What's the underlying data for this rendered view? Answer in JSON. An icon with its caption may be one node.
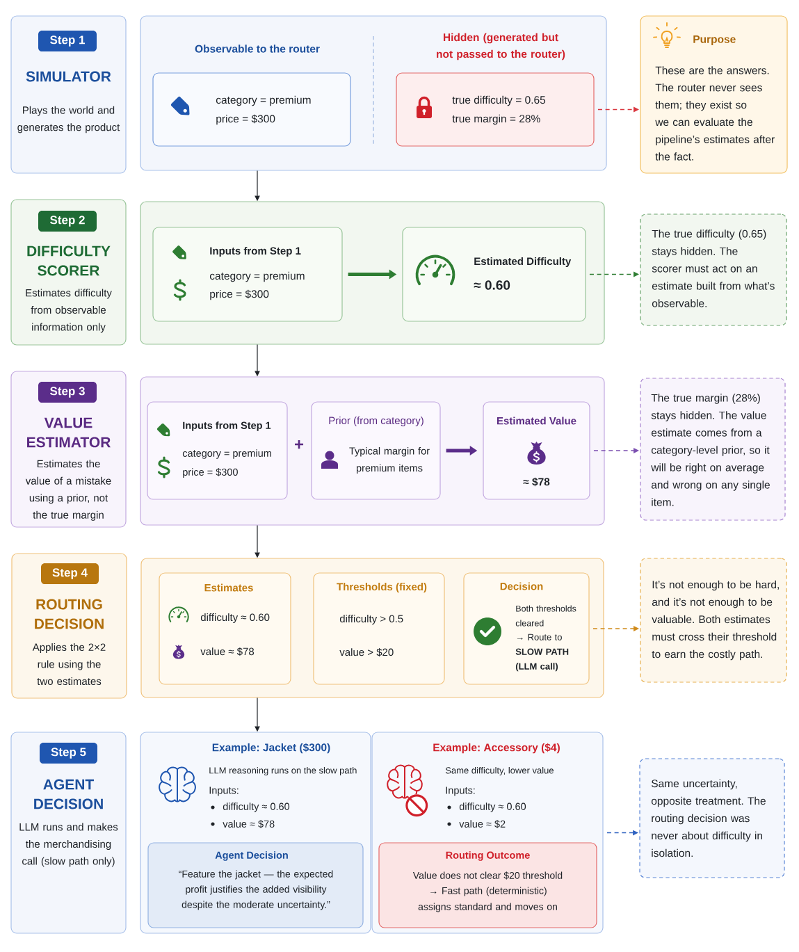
{
  "diagram": {
    "nodes": [
      {
        "text": [
          "SIMULATOR",
          "Plays the world and generates the product"
        ]
      },
      {
        "text": [
          "Step 1"
        ],
        "in": 0
      },
      {
        "text": [],
        "shape": "box"
      },
      {
        "text": [
          "Observable to the router",
          "category = premium",
          "price = $300"
        ],
        "in": 2
      },
      {
        "text": [
          "Hidden (generated but not passed to the router)",
          "true difficulty = 0.65",
          "true margin = 28%"
        ],
        "in": 2
      },
      {
        "text": [
          "Purpose",
          "These are the answers. The router never sees them; they exist so we can evaluate the pipeline’s estimates after the fact."
        ]
      },
      {
        "text": [
          "DIFFICULTY SCORER",
          "Estimates difficulty from observable information only"
        ]
      },
      {
        "text": [
          "Step 2"
        ],
        "in": 6
      },
      {
        "text": [],
        "shape": "box"
      },
      {
        "text": [
          "Inputs from Step 1",
          "category = premium",
          "price = $300"
        ],
        "in": 8
      },
      {
        "text": [
          "Estimated Difficulty",
          "≈ 0.60"
        ],
        "in": 8
      },
      {
        "text": [
          "The true difficulty (0.65) stays hidden. The scorer must act on an estimate built from what’s observable."
        ]
      },
      {
        "text": [
          "VALUE ESTIMATOR",
          "Estimates the value of a mistake using a prior, not the true margin"
        ]
      },
      {
        "text": [
          "Step 3"
        ],
        "in": 12
      },
      {
        "text": [],
        "shape": "box"
      },
      {
        "text": [
          "Inputs from Step 1",
          "category = premium",
          "price = $300"
        ],
        "in": 14
      },
      {
        "text": [
          "Prior (from category)",
          "Typical margin for premium items"
        ],
        "in": 14
      },
      {
        "text": [
          "Estimated Value",
          "≈ $78"
        ],
        "in": 14
      },
      {
        "text": [
          "The true margin (28%) stays hidden. The value estimate comes from a category-level prior, so it will be right on average and wrong on any single item."
        ]
      },
      {
        "text": [
          "ROUTING DECISION",
          "Applies the 2×2 rule using the two estimates"
        ]
      },
      {
        "text": [
          "Step 4"
        ],
        "in": 19
      },
      {
        "text": [],
        "shape": "box"
      },
      {
        "text": [
          "Estimates",
          "difficulty ≈ 0.60",
          "value ≈ $78"
        ],
        "in": 21
      },
      {
        "text": [
          "Thresholds (fixed)",
          "difficulty > 0.5",
          "value > $20"
        ],
        "in": 21
      },
      {
        "text": [
          "Decision",
          "Both thresholds cleared",
          "→ Route to **SLOW PATH (LLM call)**"
        ],
        "in": 21
      },
      {
        "text": [
          "It’s not enough to be hard, and it’s not enough to be valuable. Both estimates must cross their threshold to earn the costly path."
        ]
      },
      {
        "text": [
          "AGENT DECISION",
          "LLM runs and makes the merchandising call (slow path only)"
        ]
      },
      {
        "text": [
          "Step 5"
        ],
        "in": 26
      },
      {
        "text": [
          "Example: Jacket ($300)",
          "LLM reasoning runs on the slow path",
          "Inputs:",
          "difficulty ≈ 0.60",
          "value ≈ $78"
        ]
      },
      {
        "text": [
          "Agent Decision",
          "“Feature the jacket — the expected profit justifies the added visibility despite the moderate uncertainty.”"
        ],
        "in": 28
      },
      {
        "text": [
          "Example: Accessory ($4)",
          "Same difficulty, lower value",
          "Inputs:",
          "difficulty ≈ 0.60",
          "value ≈ $2"
        ]
      },
      {
        "text": [
          "Routing Outcome",
          "Value does not clear $20 threshold",
          "→ Fast path (deterministic) assigns standard and moves on"
        ],
        "in": 30
      },
      {
        "text": [
          "Same uncertainty, opposite treatment. The routing decision was never about difficulty in isolation."
        ]
      }
    ],
    "edges": [
      {
        "from": 2,
        "to": 8,
        "arrow": "to"
      },
      {
        "from": 8,
        "to": 14,
        "arrow": "to"
      },
      {
        "from": 14,
        "to": 21,
        "arrow": "to"
      },
      {
        "from": 21,
        "to": 28,
        "arrow": "to"
      },
      {
        "from": 4,
        "to": 5,
        "arrow": "to",
        "style": "dashed",
        "color": "#d9363e"
      },
      {
        "from": 9,
        "to": 10,
        "arrow": "to",
        "style": "thick",
        "color": "#2e7d32"
      },
      {
        "from": 10,
        "to": 11,
        "arrow": "to",
        "style": "dashed",
        "color": "#2e7d32"
      },
      {
        "from": 16,
        "to": 17,
        "arrow": "to",
        "style": "thick",
        "color": "#5b2d8a"
      },
      {
        "from": 17,
        "to": 18,
        "arrow": "to",
        "style": "dashed",
        "color": "#7b4fb0"
      },
      {
        "from": 24,
        "to": 25,
        "arrow": "to",
        "style": "dashed",
        "color": "#d08a1a"
      },
      {
        "from": 30,
        "to": 32,
        "arrow": "to",
        "style": "dashed",
        "color": "#2f62c0"
      }
    ],
    "labels": [
      "+"
    ]
  }
}
